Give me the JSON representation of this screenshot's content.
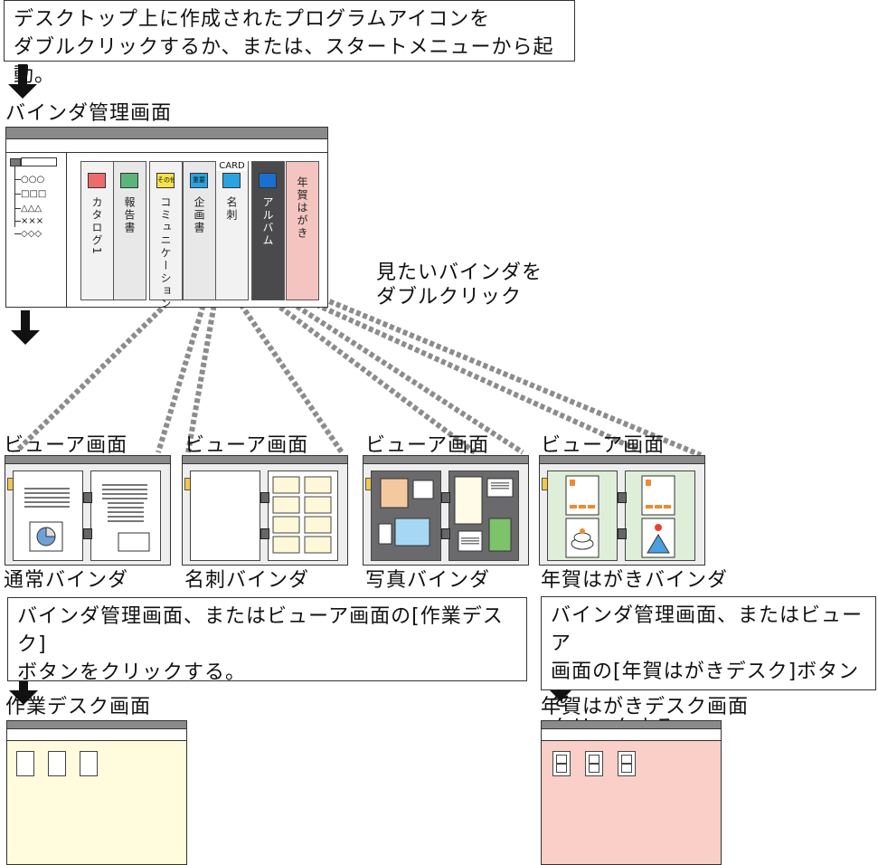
{
  "top_box": {
    "line1": "デスクトップ上に作成されたプログラムアイコンを",
    "line2": "ダブルクリックするか、または、スタートメニューから起動。"
  },
  "binder_manager": {
    "title": "バインダ管理画面",
    "tree": [
      "○○○",
      "□□□",
      "△△△",
      "×××",
      "◇◇◇"
    ],
    "binders": [
      {
        "label": "カタログ1",
        "tag": "",
        "tag_color": "#ee6b6b",
        "spine_color": "#f2f2f2",
        "text_color": "#222222"
      },
      {
        "label": "報告書",
        "tag": "",
        "tag_color": "#5bb57b",
        "spine_color": "#e8e8e8",
        "text_color": "#222222"
      },
      {
        "label": "コミュニケーション",
        "tag": "その他",
        "tag_color": "#f6e24a",
        "spine_color": "#f2f2f2",
        "text_color": "#222222"
      },
      {
        "label": "企画書",
        "tag": "重要",
        "tag_color": "#2aa3e0",
        "spine_color": "#e8e8e8",
        "text_color": "#222222"
      },
      {
        "label": "名刺",
        "tag": "",
        "tag_color": "#2aa3e0",
        "spine_color": "#f2f2f2",
        "text_color": "#222222",
        "top_label": "CARD"
      },
      {
        "label": "アルバム",
        "tag": "",
        "tag_color": "#1a6fd0",
        "spine_color": "#4a4a4c",
        "text_color": "#ffffff"
      },
      {
        "label": "年賀はがき",
        "tag": "",
        "tag_color": "",
        "spine_color": "#f4c4c0",
        "text_color": "#222222"
      }
    ]
  },
  "hint": {
    "line1": "見たいバインダを",
    "line2": "ダブルクリック"
  },
  "viewers": [
    {
      "title": "ビューア画面",
      "caption": "通常バインダ"
    },
    {
      "title": "ビューア画面",
      "caption": "名刺バインダ"
    },
    {
      "title": "ビューア画面",
      "caption": "写真バインダ"
    },
    {
      "title": "ビューア画面",
      "caption": "年賀はがきバインダ"
    }
  ],
  "left_box": {
    "line1": "バインダ管理画面、またはビューア画面の[作業デスク]",
    "line2": "ボタンをクリックする。"
  },
  "right_box": {
    "line1": "バインダ管理画面、またはビューア",
    "line2": "画面の[年賀はがきデスク]ボタンを",
    "line3": "クリックする。"
  },
  "work_desk": {
    "title": "作業デスク画面",
    "color": "#fffbdc"
  },
  "nenga_desk": {
    "title": "年賀はがきデスク画面",
    "color": "#f9cfc7"
  },
  "colors": {
    "dash": "#8c8c8c",
    "titlebar": "#8a8a8a"
  }
}
